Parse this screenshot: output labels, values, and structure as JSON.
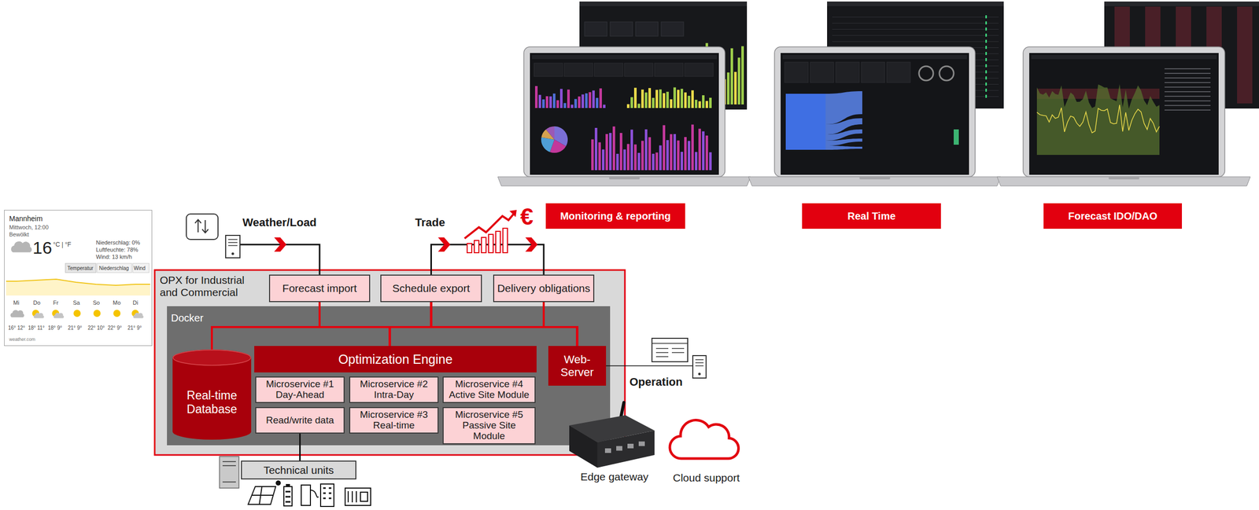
{
  "diagram": {
    "nodes": [
      {
        "text": [
          "Monitoring & reporting"
        ]
      },
      {
        "text": [
          "Real Time"
        ]
      },
      {
        "text": [
          "Forecast IDO/DAO"
        ]
      },
      {
        "text": [
          "Mannheim",
          "Mittwoch, 12:00",
          "Bewölkt",
          "16",
          "°C | °F",
          "Niederschlag: 0%",
          "Luftfeuchte: 78%",
          "Wind: 13 km/h",
          "Temperatur",
          "Niederschlag",
          "Wind",
          "Mi",
          "Do",
          "Fr",
          "Sa",
          "So",
          "Mo",
          "Di",
          "16° 12°",
          "18° 11°",
          "18° 9°",
          "21° 9°",
          "22° 10°",
          "22° 9°",
          "21° 9°",
          "weather.com"
        ]
      },
      {
        "text": [
          "OPX for Industrial and Commercial"
        ]
      },
      {
        "text": [
          "Forecast import"
        ],
        "in": 4
      },
      {
        "text": [
          "Schedule export"
        ],
        "in": 4
      },
      {
        "text": [
          "Delivery obligations"
        ],
        "in": 4
      },
      {
        "text": [
          "Docker"
        ],
        "in": 4
      },
      {
        "text": [
          "Real-time Database"
        ],
        "in": 8
      },
      {
        "text": [
          "Optimization Engine"
        ],
        "in": 8
      },
      {
        "text": [
          "Web-Server"
        ],
        "in": 8
      },
      {
        "text": [
          "Microservice #1",
          "Day-Ahead"
        ],
        "in": 8
      },
      {
        "text": [
          "Microservice #2",
          "Intra-Day"
        ],
        "in": 8
      },
      {
        "text": [
          "Microservice #4",
          "Active Site Module"
        ],
        "in": 8
      },
      {
        "text": [
          "Read/write data"
        ],
        "in": 8
      },
      {
        "text": [
          "Microservice #3",
          "Real-time"
        ],
        "in": 8
      },
      {
        "text": [
          "Microservice #5",
          "Passive Site Module"
        ],
        "in": 8
      },
      {
        "text": [
          "Technical units"
        ]
      }
    ],
    "edges": [
      {
        "from": 5,
        "to": 9,
        "arrow": "none"
      },
      {
        "from": 5,
        "to": 10,
        "arrow": "none"
      },
      {
        "from": 5,
        "to": 11,
        "arrow": "none"
      },
      {
        "from": 6,
        "to": 9,
        "arrow": "none"
      },
      {
        "from": 6,
        "to": 10,
        "arrow": "none"
      },
      {
        "from": 6,
        "to": 11,
        "arrow": "none"
      },
      {
        "from": 7,
        "to": 9,
        "arrow": "none"
      },
      {
        "from": 7,
        "to": 10,
        "arrow": "none"
      },
      {
        "from": 7,
        "to": 11,
        "arrow": "none"
      },
      {
        "from": 6,
        "to": 7,
        "arrow": "none"
      },
      {
        "from": 15,
        "to": 18,
        "arrow": "none"
      }
    ],
    "labels": [
      "Weather/Load",
      "Trade",
      "€",
      "Operation",
      "Edge gateway",
      "Cloud support"
    ]
  }
}
